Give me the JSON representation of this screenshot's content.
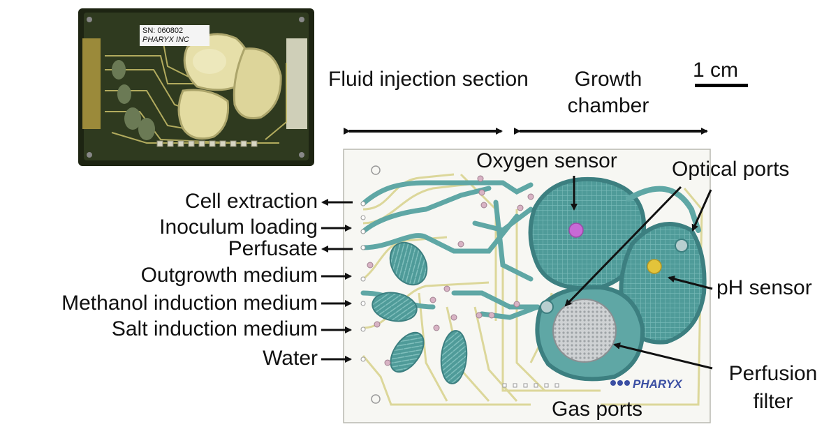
{
  "photo": {
    "serial_number": "SN: 060802",
    "manufacturer": "PHARYX INC"
  },
  "scale_bar": {
    "label": "1 cm"
  },
  "sections": {
    "fluid_injection": "Fluid injection section",
    "growth_chamber": "Growth chamber"
  },
  "ports": [
    {
      "label": "Cell extraction",
      "direction": "out"
    },
    {
      "label": "Inoculum loading",
      "direction": "in"
    },
    {
      "label": "Perfusate",
      "direction": "out"
    },
    {
      "label": "Outgrowth medium",
      "direction": "in"
    },
    {
      "label": "Methanol induction medium",
      "direction": "in"
    },
    {
      "label": "Salt induction medium",
      "direction": "in"
    },
    {
      "label": "Water",
      "direction": "in"
    }
  ],
  "callouts": {
    "oxygen_sensor": "Oxygen sensor",
    "optical_ports": "Optical ports",
    "ph_sensor": "pH sensor",
    "perfusion_filter": "Perfusion filter",
    "gas_ports": "Gas ports"
  },
  "logo": "PHARYX",
  "colors": {
    "channel_teal": "#5fa7a5",
    "channel_dark": "#3c7f80",
    "trace_yellow": "#dcd79a",
    "oxygen_sensor_spot": "#c86ad6",
    "ph_sensor_spot": "#e3c43a",
    "filter_gray": "#c5c8ca",
    "photo_board": "#2f3a1f",
    "photo_chamber": "#e6dfa9",
    "logo_blue": "#3b4fa3"
  }
}
